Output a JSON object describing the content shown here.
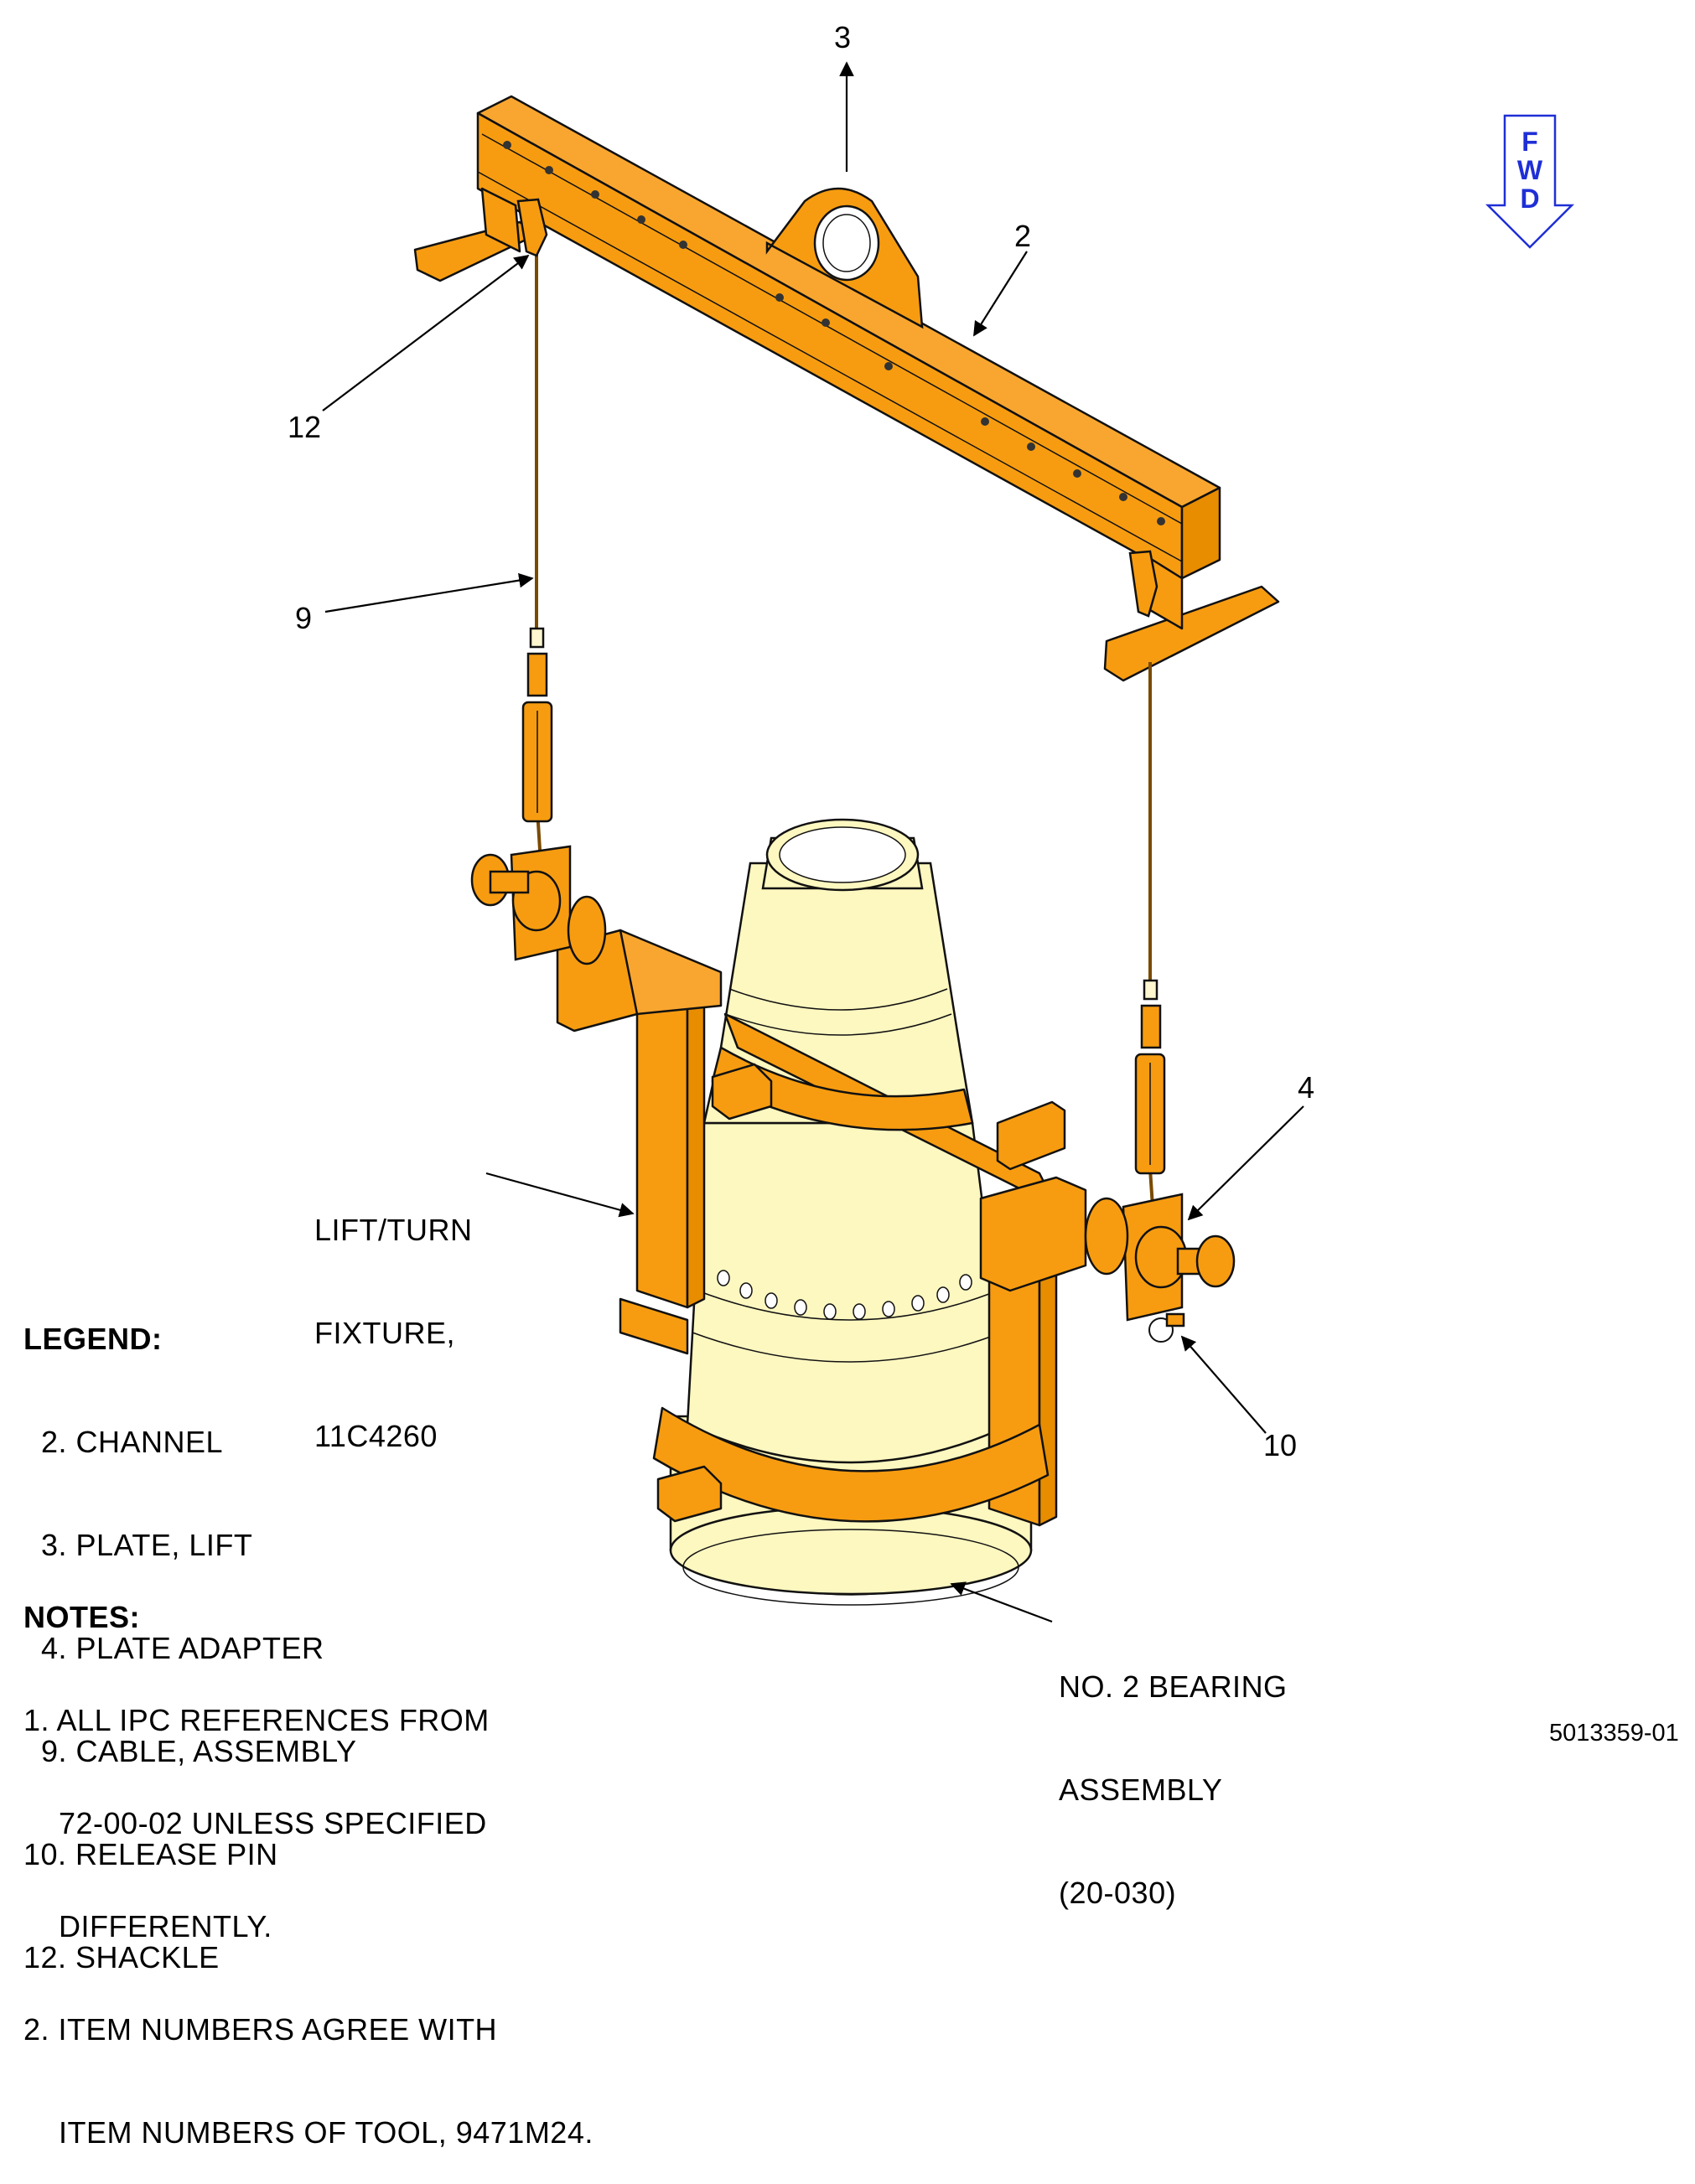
{
  "callouts": {
    "c3": "3",
    "c2": "2",
    "c12": "12",
    "c9": "9",
    "c4": "4",
    "c10": "10"
  },
  "labels": {
    "fixture": [
      "LIFT/TURN",
      "FIXTURE,",
      "11C4260"
    ],
    "bearing": [
      "NO. 2 BEARING",
      "ASSEMBLY",
      "(20-030)"
    ]
  },
  "fwd_indicator": {
    "letters": [
      "F",
      "W",
      "D"
    ],
    "color": "#1f2fd6"
  },
  "legend": {
    "title": "LEGEND:",
    "items": [
      "  2. CHANNEL",
      "  3. PLATE, LIFT",
      "  4. PLATE ADAPTER",
      "  9. CABLE, ASSEMBLY",
      "10. RELEASE PIN",
      "12. SHACKLE"
    ]
  },
  "notes": {
    "title": "NOTES:",
    "lines": [
      "1. ALL IPC REFERENCES FROM",
      "    72-00-02 UNLESS SPECIFIED",
      "    DIFFERENTLY.",
      "2. ITEM NUMBERS AGREE WITH",
      "    ITEM NUMBERS OF TOOL, 9471M24."
    ]
  },
  "figure_id": "5013359-01",
  "colors": {
    "fixture": "#f79c10",
    "bearing": "#fdf7c0",
    "outline": "#111111"
  }
}
